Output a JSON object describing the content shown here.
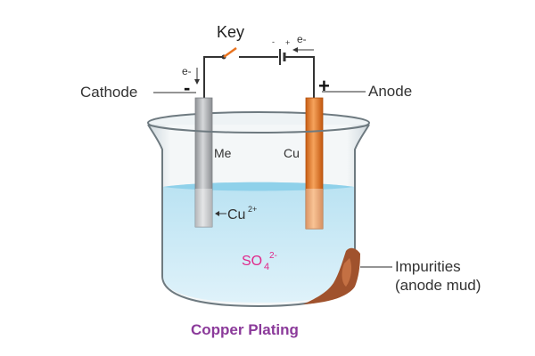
{
  "circuit": {
    "key_label": "Key",
    "electron_left": "e-",
    "electron_right": "e-",
    "battery_minus": "-",
    "battery_plus": "+"
  },
  "cathode": {
    "label": "Cathode",
    "sign": "-",
    "metal": "Me"
  },
  "anode": {
    "label": "Anode",
    "sign": "+",
    "metal": "Cu"
  },
  "ions": {
    "copper": "Cu",
    "copper_charge": "2+",
    "sulfate": "SO",
    "sulfate_sub": "4",
    "sulfate_charge": "2-"
  },
  "impurities": {
    "line1": "Impurities",
    "line2": "(anode mud)"
  },
  "caption": "Copper Plating",
  "colors": {
    "solution": "#a9dcef",
    "anode_copper": "#e87a2a",
    "cathode_metal": "#a7a9ac",
    "anode_mud": "#a0522d",
    "caption": "#8b3a9a",
    "sulfate": "#e0288a"
  }
}
